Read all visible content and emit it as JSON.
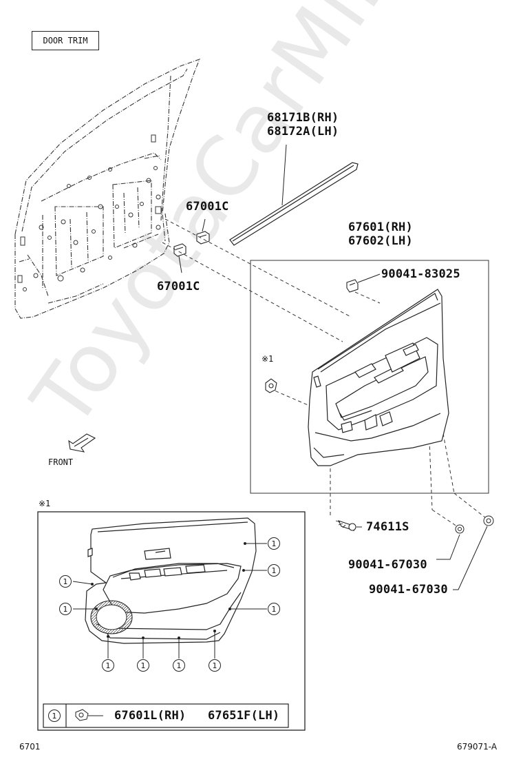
{
  "section_title": "DOOR TRIM",
  "watermark": "ToyotaCarMine.ru",
  "parts": {
    "weatherstrip_rh": "68171B(RH)",
    "weatherstrip_lh": "68172A(LH)",
    "clip_upper": "67001C",
    "clip_lower": "67001C",
    "panel_rh": "67601(RH)",
    "panel_lh": "67602(LH)",
    "nut": "90041-83025",
    "screw": "74611S",
    "clip_a": "90041-67030",
    "clip_b": "90041-67030"
  },
  "front_label": "FRONT",
  "detail_mark": "※1",
  "detail_mark_inset": "※1",
  "callout_number": "1",
  "legend": {
    "number": "1",
    "part_rh": "67601L(RH)",
    "part_lh": "67651F(LH)"
  },
  "page_number": "6701",
  "figure_code": "679071-A"
}
